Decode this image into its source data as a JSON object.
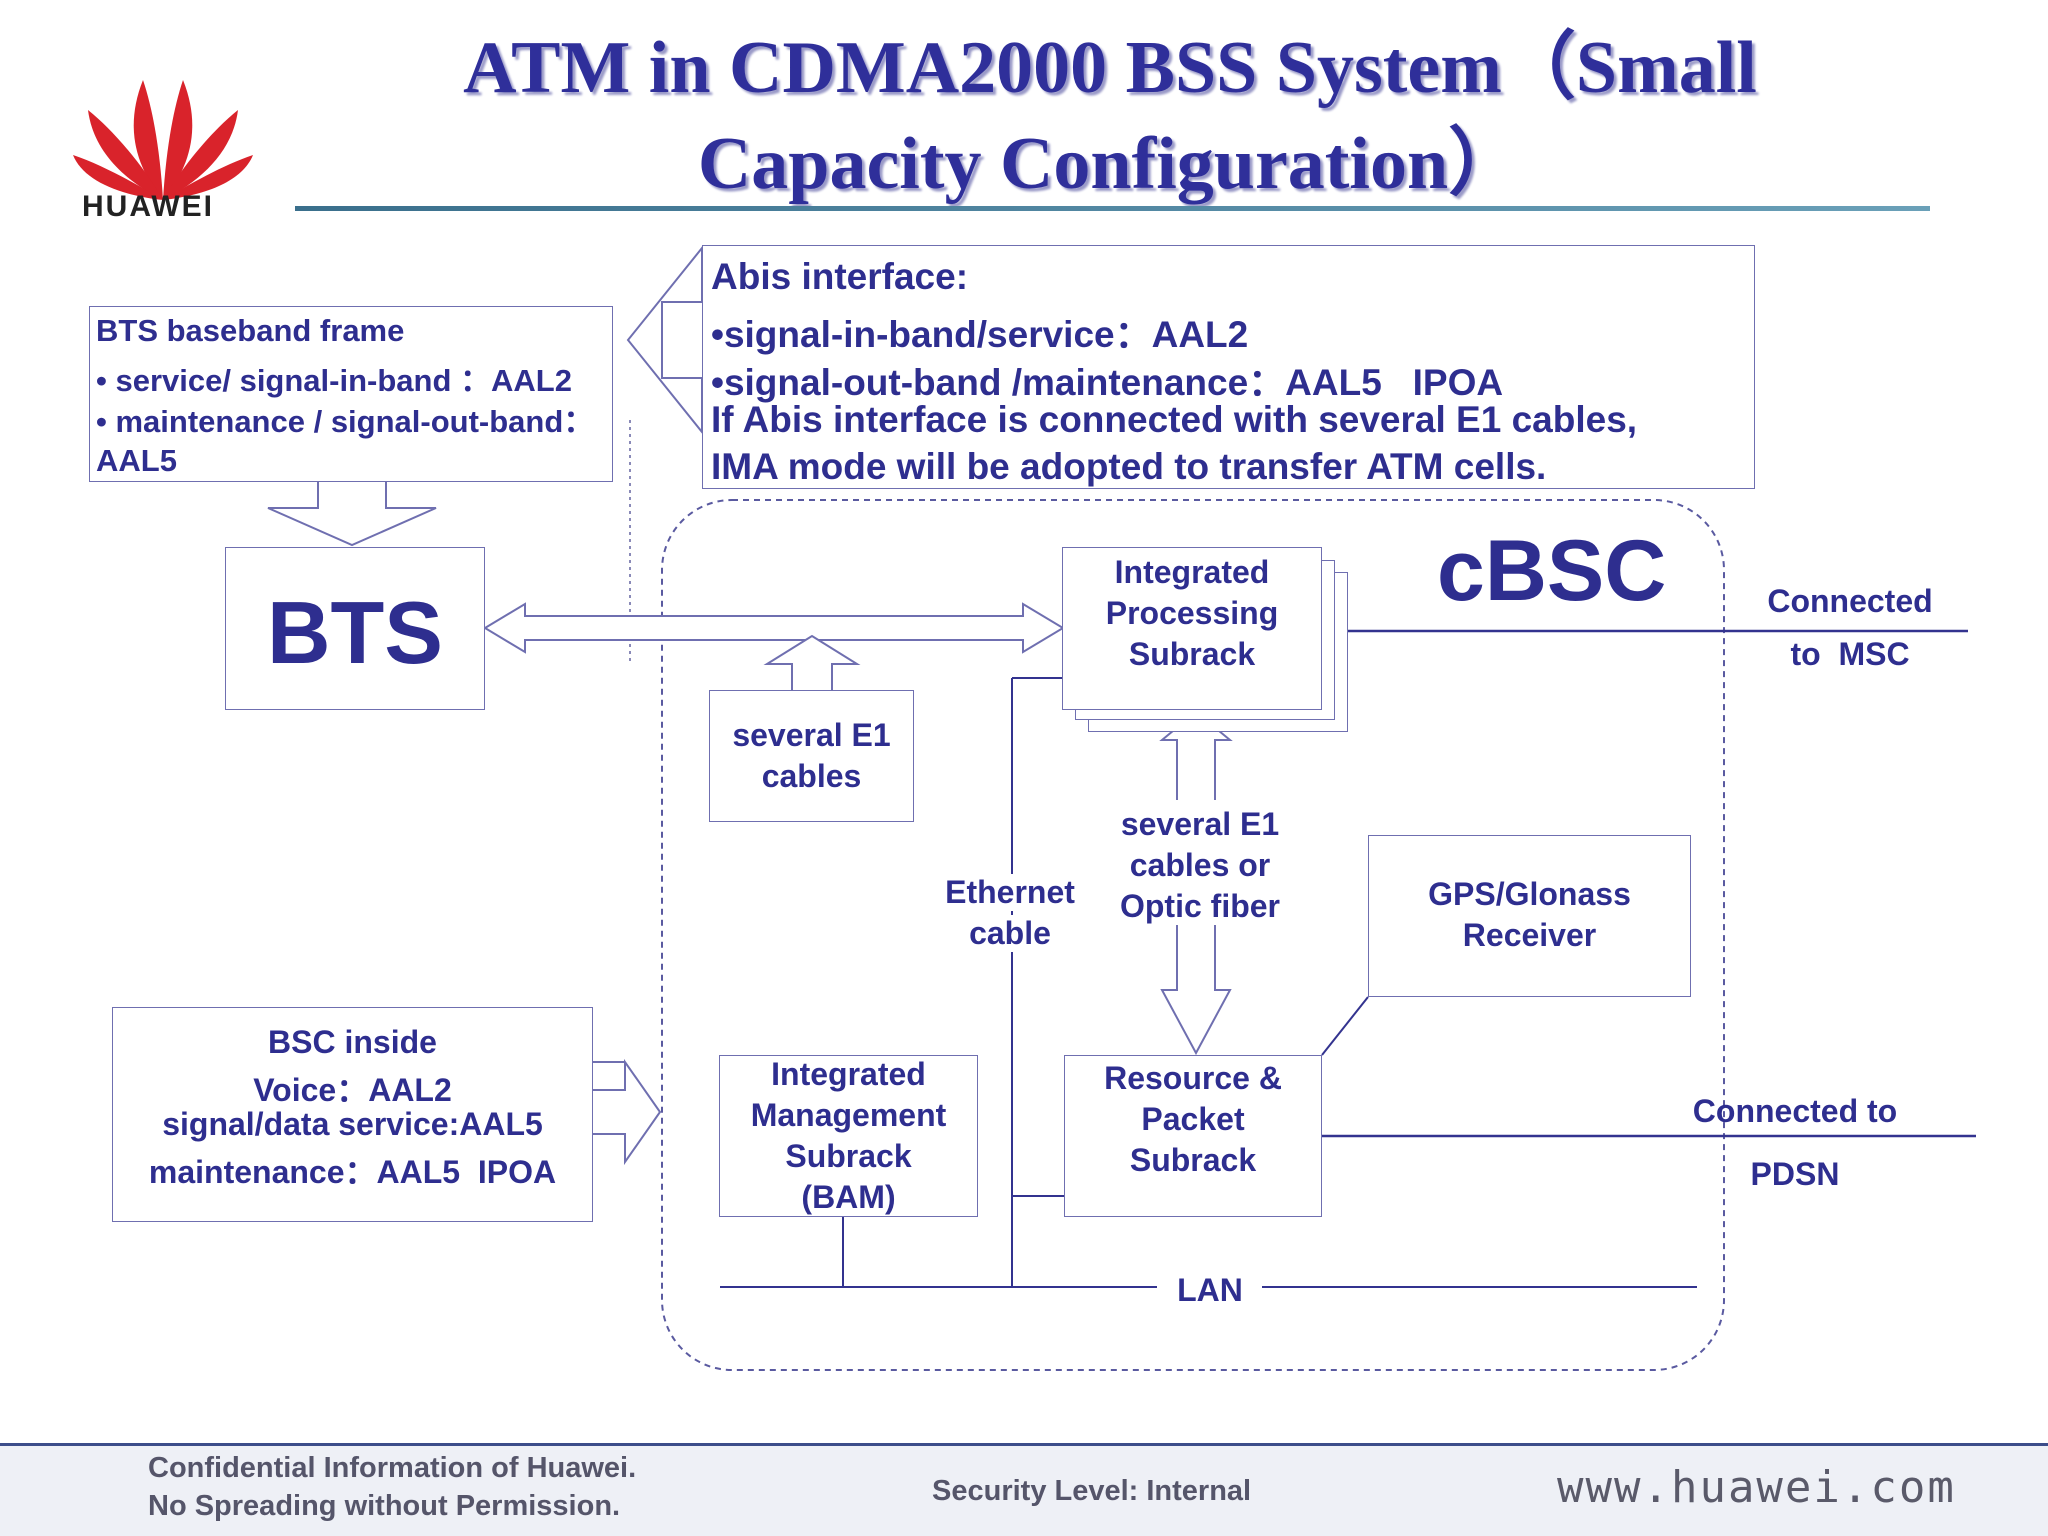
{
  "slide": {
    "title_line1": "ATM in CDMA2000 BSS System（Small",
    "title_line2": "Capacity Configuration）",
    "logo_text": "HUAWEI"
  },
  "abis_box": {
    "heading": "Abis interface:",
    "line1": "•signal-in-band/service：AAL2",
    "line2": "•signal-out-band /maintenance：AAL5   IPOA",
    "line3": "If Abis interface is connected with several E1 cables,",
    "line4": "IMA mode will be adopted to transfer ATM cells."
  },
  "bts_frame_box": {
    "line1": "BTS baseband frame",
    "line2": "• service/ signal-in-band ：AAL2",
    "line3": "• maintenance / signal-out-band：",
    "line4": "AAL5"
  },
  "bts": {
    "label": "BTS"
  },
  "e1_box_left": {
    "line1": "several E1",
    "line2": "cables"
  },
  "cbsc": {
    "label": "cBSC"
  },
  "ips": {
    "line1": "Integrated",
    "line2": "Processing",
    "line3": "Subrack"
  },
  "connected_msc": {
    "line1": "Connected",
    "line2": "to  MSC"
  },
  "e1_optic": {
    "line1": "several E1",
    "line2": "cables or",
    "line3": "Optic fiber"
  },
  "ethernet": {
    "line1": "Ethernet",
    "line2": "cable"
  },
  "gps": {
    "line1": "GPS/Glonass",
    "line2": "Receiver"
  },
  "bsc_inside_box": {
    "line1": "BSC inside",
    "line2": "Voice：AAL2",
    "line3": "signal/data service:AAL5",
    "line4": "maintenance：AAL5  IPOA"
  },
  "bam": {
    "line1": "Integrated",
    "line2": "Management",
    "line3": "Subrack",
    "line4": "(BAM)"
  },
  "rps": {
    "line1": "Resource &",
    "line2": "Packet",
    "line3": "Subrack"
  },
  "connected_pdsn": {
    "line1": "Connected to",
    "line2": "PDSN"
  },
  "lan": {
    "label": "LAN"
  },
  "footer": {
    "confidential1": "Confidential Information of Huawei.",
    "confidential2": "No Spreading without Permission.",
    "security": "Security Level: Internal",
    "url": "www.huawei.com"
  },
  "colors": {
    "text": "#2e2e8f",
    "line": "#33338f",
    "box_border": "#6f6fb0",
    "logo_red": "#d9232b"
  }
}
